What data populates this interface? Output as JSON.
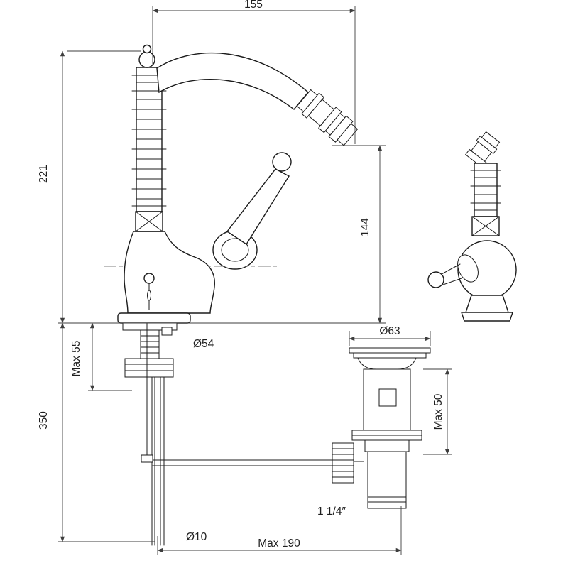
{
  "labels": {
    "spout_reach": "155",
    "total_height": "221",
    "spout_height": "144",
    "deck_thickness": "Max 55",
    "below_deck_depth": "350",
    "base_diameter": "Ø54",
    "waste_flange_diameter": "Ø63",
    "waste_body_depth": "Max 50",
    "pipe_diameter": "Ø10",
    "waste_thread": "1 1/4″",
    "max_reach": "Max 190"
  }
}
